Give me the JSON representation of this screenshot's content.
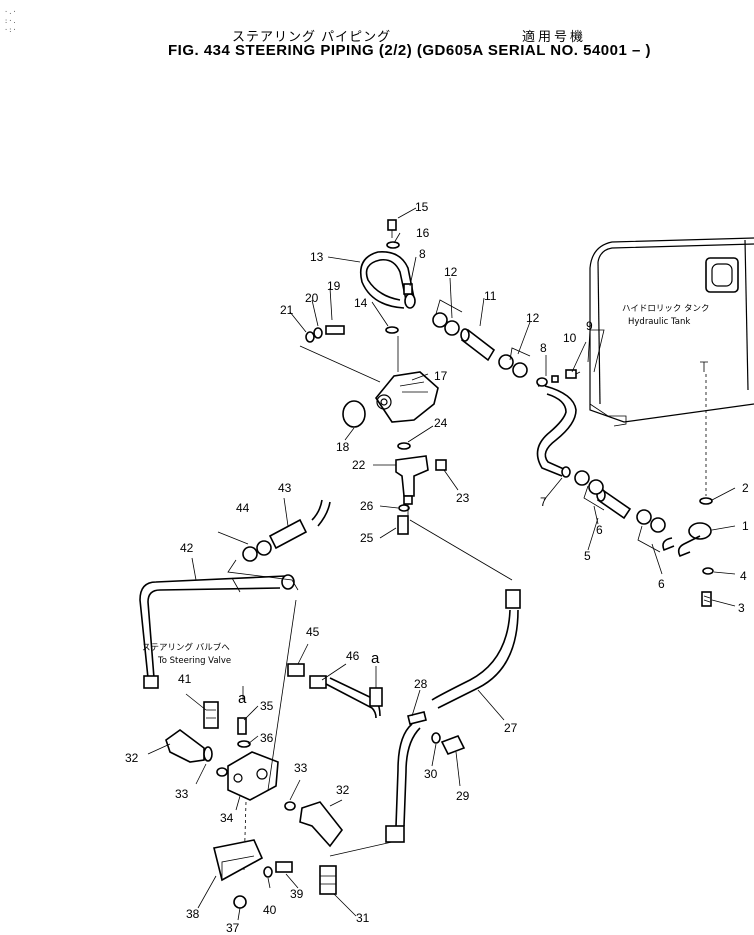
{
  "header": {
    "title_jp": "ステアリング パイピング",
    "applicability_jp": "適用号機",
    "title_en": "FIG. 434  STEERING PIPING (2/2) (GD605A SERIAL NO. 54001 – )",
    "corner_marks": "·.·\n:·.\n·:·"
  },
  "tank": {
    "label_jp": "ハイドロリック タンク",
    "label_en": "Hydraulic Tank"
  },
  "valve_callout": {
    "label_jp": "ステアリング バルブへ",
    "label_en": "To Steering Valve"
  },
  "connection_marks": [
    "a",
    "a"
  ],
  "part_numbers": [
    "1",
    "2",
    "3",
    "4",
    "5",
    "6",
    "6",
    "7",
    "8",
    "8",
    "9",
    "10",
    "11",
    "12",
    "12",
    "13",
    "14",
    "15",
    "16",
    "17",
    "18",
    "19",
    "20",
    "21",
    "22",
    "23",
    "24",
    "25",
    "26",
    "27",
    "28",
    "29",
    "30",
    "31",
    "32",
    "32",
    "33",
    "33",
    "34",
    "35",
    "36",
    "37",
    "38",
    "39",
    "40",
    "41",
    "42",
    "43",
    "44",
    "45",
    "46"
  ]
}
